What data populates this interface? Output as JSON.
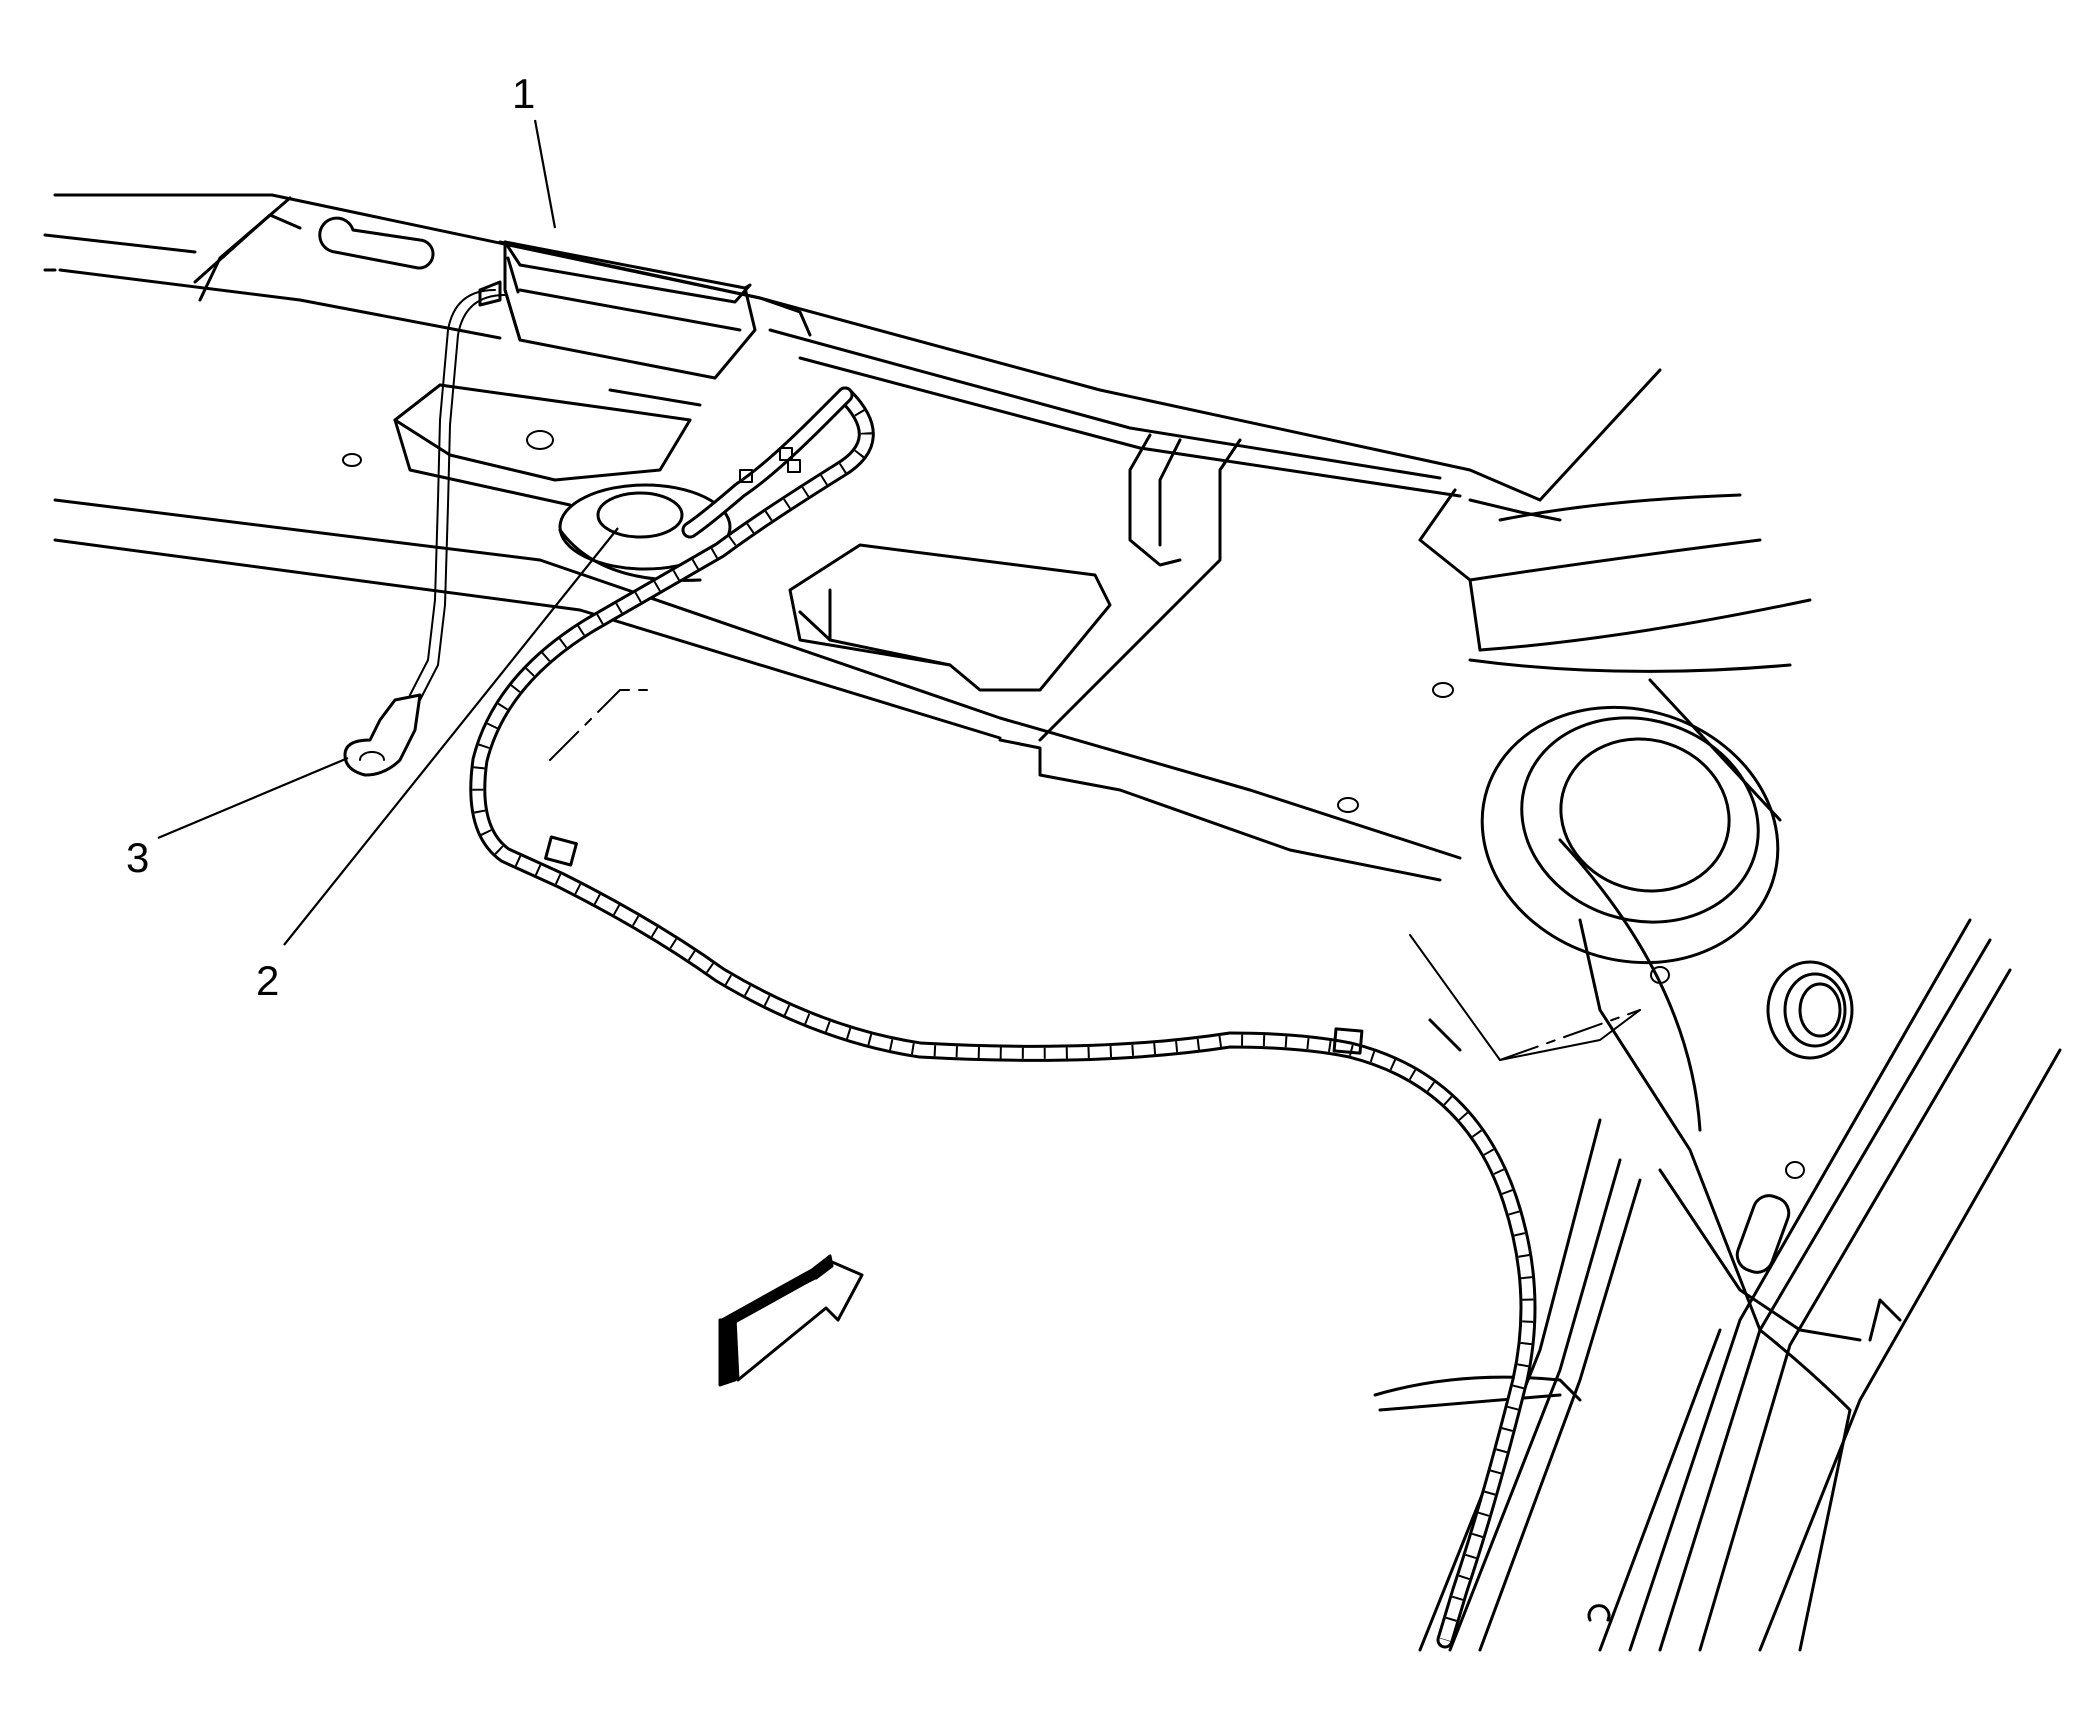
{
  "callouts": {
    "c1": "1",
    "c2": "2",
    "c3": "3"
  },
  "icons": [
    "view-direction-arrow-icon"
  ],
  "colors": {
    "ink": "#000000",
    "paper": "#ffffff"
  }
}
